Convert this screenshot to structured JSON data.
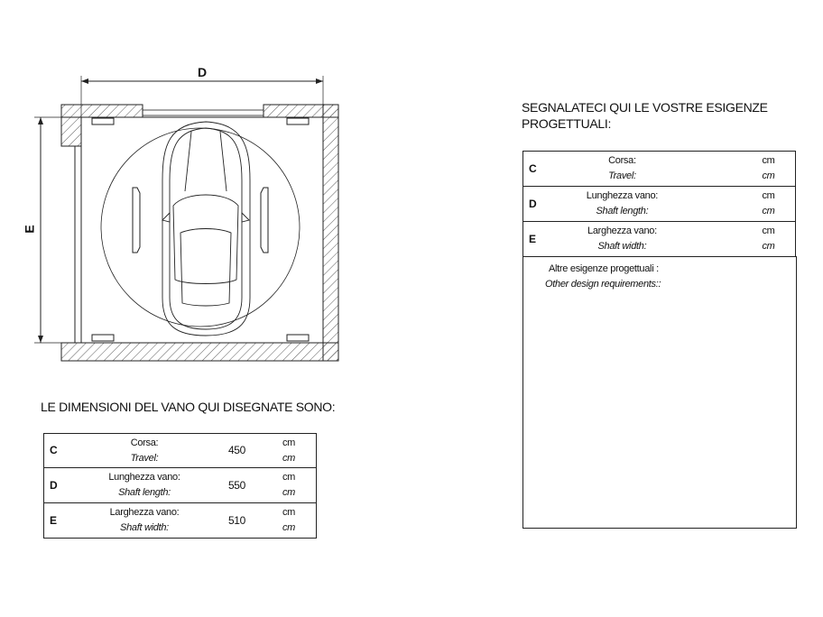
{
  "drawing": {
    "dimension_d": "D",
    "dimension_e": "E"
  },
  "drawn_section": {
    "title": "LE DIMENSIONI DEL VANO QUI DISEGNATE SONO:",
    "rows": [
      {
        "letter": "C",
        "label_it": "Corsa:",
        "label_en": "Travel:",
        "value": "450",
        "unit_it": "cm",
        "unit_en": "cm"
      },
      {
        "letter": "D",
        "label_it": "Lunghezza vano:",
        "label_en": "Shaft length:",
        "value": "550",
        "unit_it": "cm",
        "unit_en": "cm"
      },
      {
        "letter": "E",
        "label_it": "Larghezza vano:",
        "label_en": "Shaft width:",
        "value": "510",
        "unit_it": "cm",
        "unit_en": "cm"
      }
    ]
  },
  "request_section": {
    "title_line1": "SEGNALATECI QUI LE VOSTRE ESIGENZE",
    "title_line2": "PROGETTUALI:",
    "rows": [
      {
        "letter": "C",
        "label_it": "Corsa:",
        "label_en": "Travel:",
        "unit_it": "cm",
        "unit_en": "cm"
      },
      {
        "letter": "D",
        "label_it": "Lunghezza vano:",
        "label_en": "Shaft length:",
        "unit_it": "cm",
        "unit_en": "cm"
      },
      {
        "letter": "E",
        "label_it": "Larghezza vano:",
        "label_en": "Shaft width:",
        "unit_it": "cm",
        "unit_en": "cm"
      }
    ],
    "other_it": "Altre esigenze progettuali :",
    "other_en": "Other design requirements::"
  }
}
